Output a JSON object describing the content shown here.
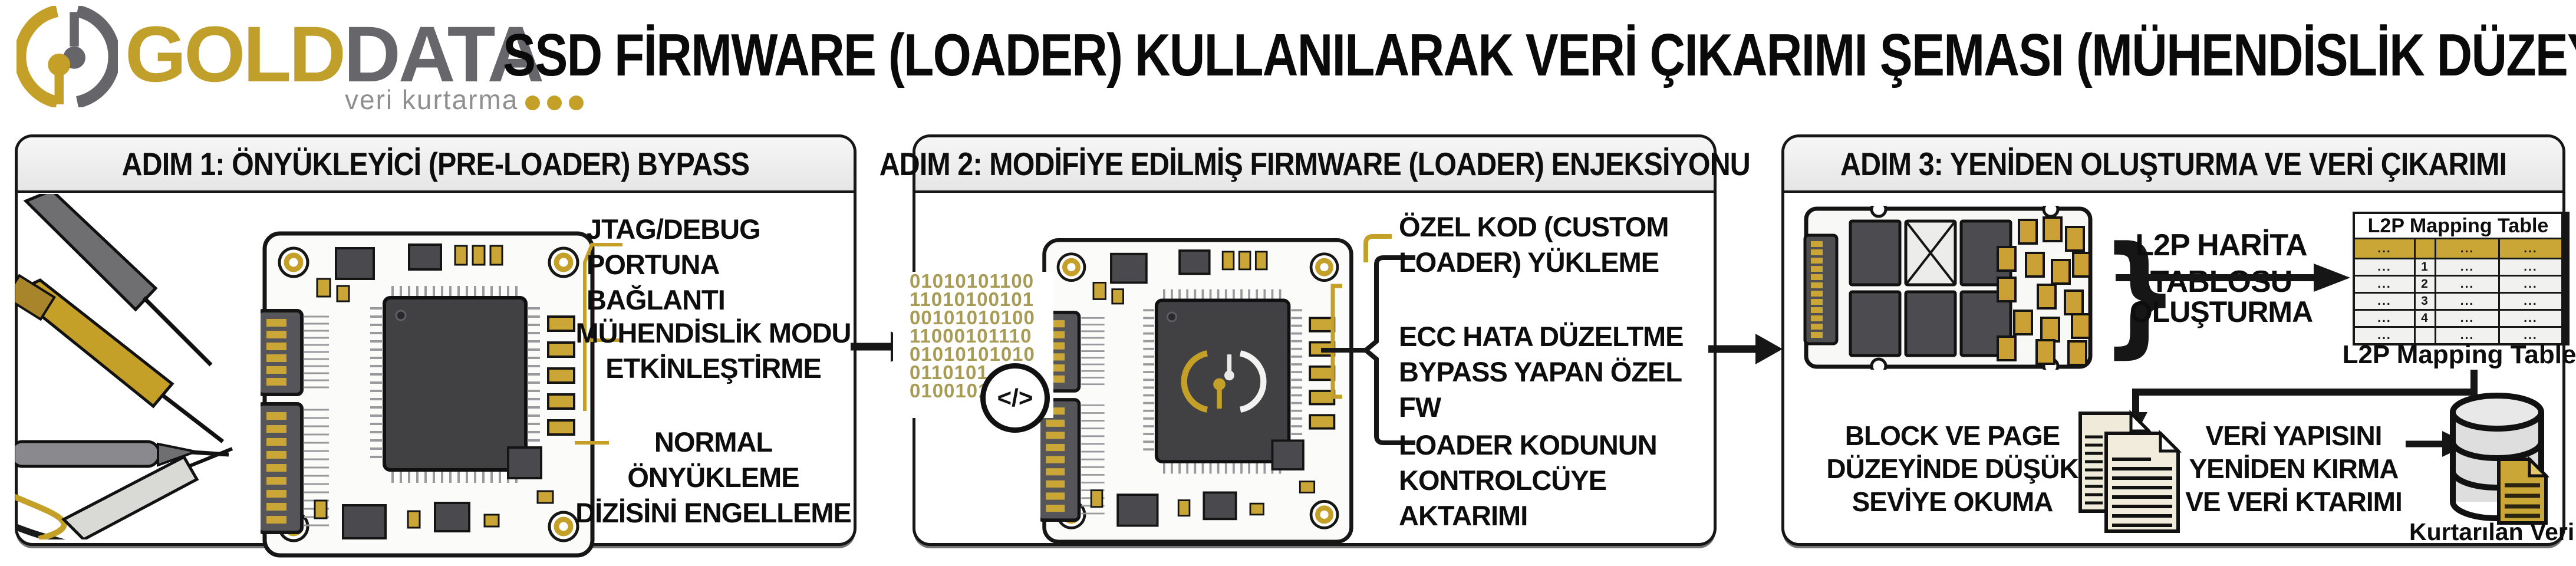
{
  "brand": {
    "gold": "GOLD",
    "gray": "DATA",
    "tagline": "veri kurtarma"
  },
  "title": "SSD FİRMWARE (LOADER) KULLANILARAK VERİ ÇIKARIMI ŞEMASI (MÜHENDİSLİK DÜZEYİ)",
  "colors": {
    "gold": "#C5A028",
    "gray": "#66666B",
    "binary": "#A79B55",
    "line": "#161616"
  },
  "step1": {
    "header": "ADIM 1: ÖNYÜKLEYİCİ (PRE-LOADER) BYPASS",
    "label1": "JTAG/DEBUG\nPORTUNA BAĞLANTI",
    "label2": "MÜHENDİSLİK MODU\nETKİNLEŞTİRME",
    "label3": "NORMAL ÖNYÜKLEME\nDİZİSİNİ ENGELLEME"
  },
  "step2": {
    "header": "ADIM 2: MODİFİYE EDİLMİŞ FIRMWARE (LOADER) ENJEKSİYONU",
    "binary": "01010101100\n11010100101\n00101010100\n11000101110\n01010101010\n0110101\n0100101",
    "code_icon": "</>",
    "label1": "ÖZEL KOD (CUSTOM\nLOADER) YÜKLEME",
    "label2": "ECC HATA DÜZELTME\nBYPASS YAPAN ÖZEL FW",
    "label3": "LOADER KODUNUN\nKONTROLCÜYE AKTARIMI"
  },
  "step3": {
    "header": "ADIM 3: YENİDEN OLUŞTURMA VE VERİ ÇIKARIMI",
    "brace_glyph": "}",
    "map_title": "L2P HARİTA\nTABLOSU",
    "map_action": "OLUŞTURMA",
    "table": {
      "title": "L2P Mapping Table",
      "header": [
        "...",
        "...",
        "..."
      ],
      "rows": [
        [
          "...",
          "1",
          "...",
          "..."
        ],
        [
          "...",
          "2",
          "...",
          "..."
        ],
        [
          "...",
          "3",
          "...",
          "..."
        ],
        [
          "...",
          "4",
          "...",
          "..."
        ],
        [
          "...",
          "",
          "...",
          "..."
        ]
      ],
      "caption": "L2P Mapping Table"
    },
    "read_label": "BLOCK VE PAGE\nDÜZEYİNDE DÜŞÜK\nSEVİYE OKUMA",
    "rebuild_label": "VERİ YAPISINI\nYENİDEN KIRMA\nVE VERİ  KTARIMI",
    "recovered_label": "Kurtarılan Veriler"
  }
}
